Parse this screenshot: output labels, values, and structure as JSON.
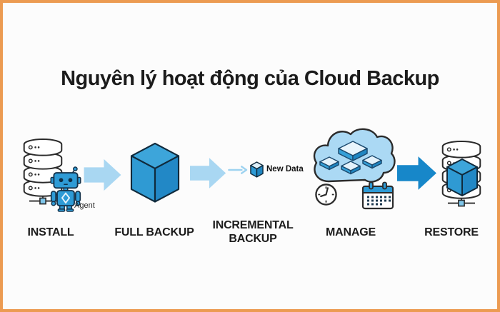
{
  "frame": {
    "border_color": "#EC9B52",
    "background_color": "#FCFCFC"
  },
  "title": "Nguyên lý hoạt động của Cloud Backup",
  "diagram": {
    "stages": [
      {
        "label": "INSTALL",
        "icon": "database-stack-with-agent-robot"
      },
      {
        "label": "FULL BACKUP",
        "icon": "large-data-cube"
      },
      {
        "label": "INCREMENTAL BACKUP",
        "label_line1": "INCREMENTAL",
        "label_line2": "BACKUP",
        "icon": "small-data-cube"
      },
      {
        "label": "MANAGE",
        "icon": "cloud-with-data-tiles-clock-calendar"
      },
      {
        "label": "RESTORE",
        "icon": "database-stack-with-data-cube"
      }
    ],
    "annotations": {
      "agent_label": "Agent",
      "new_data_label": "New Data"
    },
    "colors": {
      "cube_blue": "#2F9AD3",
      "cube_top_blue": "#3DA5DA",
      "cube_side_blue": "#2288C6",
      "light_arrow": "#A9D7F2",
      "thin_arrow": "#9ED3F0",
      "dark_arrow": "#1787C9",
      "cloud_fill": "#ABD9F4",
      "outline_dark": "#2B2B2B",
      "robot_blue": "#2E9BD6",
      "node_square_blue": "#7FC6EA"
    }
  }
}
